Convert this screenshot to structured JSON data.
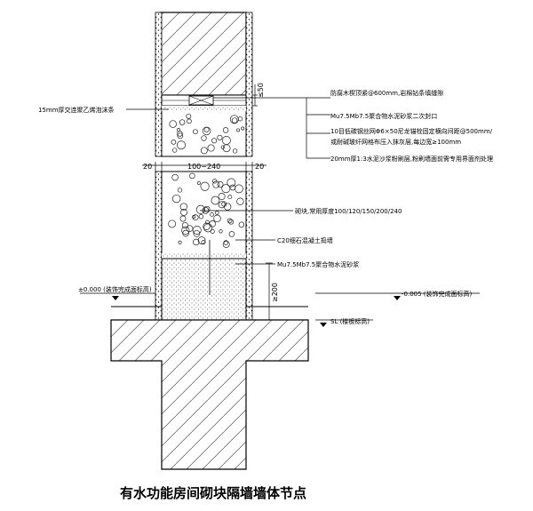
{
  "title": "有水功能房间砌块隔墙墙体节点",
  "annotations": {
    "left_strip": "15mm厚交连聚乙烯泡沫条",
    "top_joint": "防腐木楔顶紧@600mm,岩棉钻条填缝隙",
    "top_mortar": "Mu7.5Mb7.5聚合物水泥砂浆二次封口",
    "mesh_line1": "10目低碳钢丝网Φ6×50尼龙锚栓固定横向间距@500mm/",
    "mesh_line2": "或耐碱玻纤网格布压入抹灰层,每边宽≥100mm",
    "plaster": "20mm厚1:3水泥沙浆粉刷层,粉刷墙面前需专用界面剂处理",
    "block": "砌块,常用厚度100/120/150/200/240",
    "concrete_plinth": "C20细石混凝土捣墙",
    "bottom_mortar": "Mu7.5Mb7.5聚合物水泥砂浆"
  },
  "levels": {
    "finish_left": "±0.000 (装饰完成面标高)",
    "finish_right": "-0.005 (装饰完成面标高)",
    "slab": "SL (楼板标高)"
  },
  "dimensions": {
    "top_gap": "≤50",
    "left_plaster": "20",
    "wall_width": "100~240",
    "right_plaster": "20",
    "plinth_height": "≥200"
  }
}
